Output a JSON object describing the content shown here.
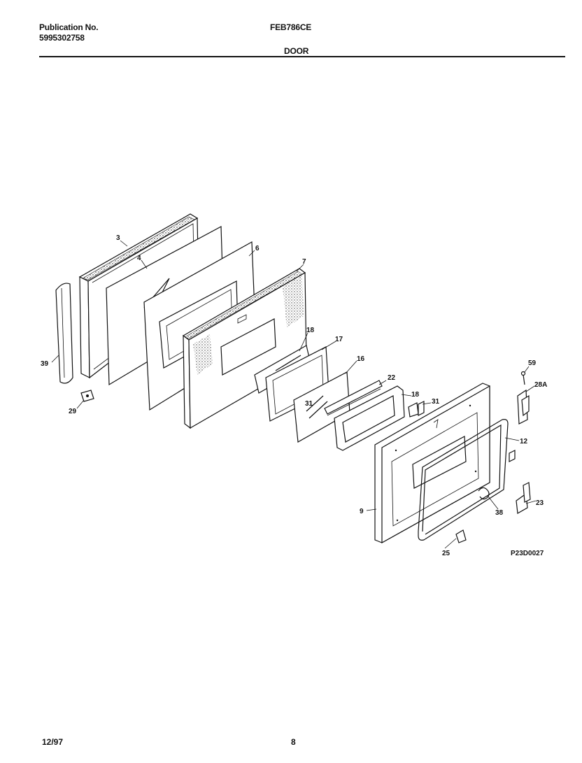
{
  "header": {
    "publication_label": "Publication No.",
    "publication_number": "5995302758",
    "model": "FEB786CE",
    "section": "DOOR"
  },
  "diagram": {
    "code": "P23D0027",
    "callouts": {
      "c3": "3",
      "c4": "4",
      "c6": "6",
      "c7": "7",
      "c39": "39",
      "c29": "29",
      "c18a": "18",
      "c17": "17",
      "c16": "16",
      "c31a": "31",
      "c22": "22",
      "c18b": "18",
      "c31b": "31",
      "c59": "59",
      "c28a": "28A",
      "c12": "12",
      "c9": "9",
      "c38": "38",
      "c23": "23",
      "c25": "25"
    }
  },
  "footer": {
    "date": "12/97",
    "page": "8"
  }
}
